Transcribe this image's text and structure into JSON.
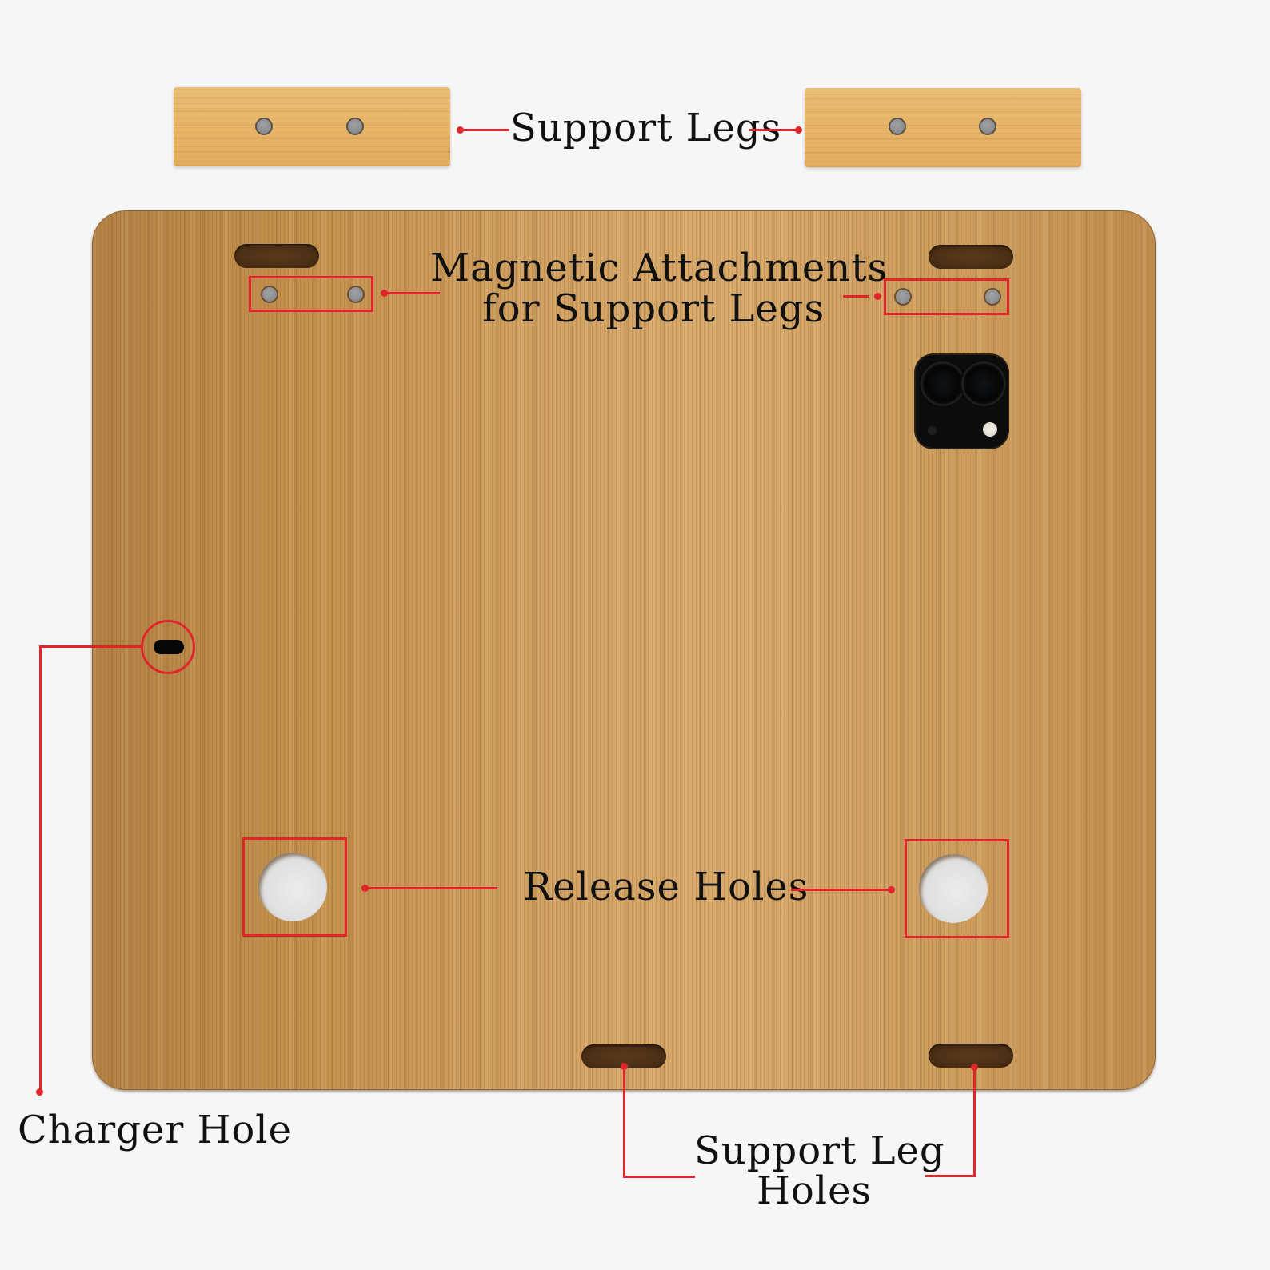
{
  "labels": {
    "support_legs": "Support Legs",
    "magnetic_line1": "Magnetic Attachments",
    "magnetic_line2": "for Support Legs",
    "release_holes": "Release Holes",
    "charger_hole": "Charger Hole",
    "support_leg_holes_line1": "Support Leg",
    "support_leg_holes_line2": "Holes"
  },
  "colors": {
    "background": "#f6f6f6",
    "annotation_red": "#e0262a",
    "wood_board": "#c8965a",
    "wood_legs": "#e8b66a",
    "camera": "#0c0c0d",
    "label_text": "#111111"
  },
  "components": [
    {
      "name": "support-leg",
      "count": 2,
      "magnets_each": 2
    },
    {
      "name": "magnetic-attachment",
      "count": 2,
      "magnets_each": 2
    },
    {
      "name": "support-leg-slot-top",
      "count": 2
    },
    {
      "name": "support-leg-slot-bottom",
      "count": 2
    },
    {
      "name": "release-hole",
      "count": 2
    },
    {
      "name": "charger-hole",
      "count": 1
    },
    {
      "name": "camera-cutout",
      "count": 1
    }
  ]
}
